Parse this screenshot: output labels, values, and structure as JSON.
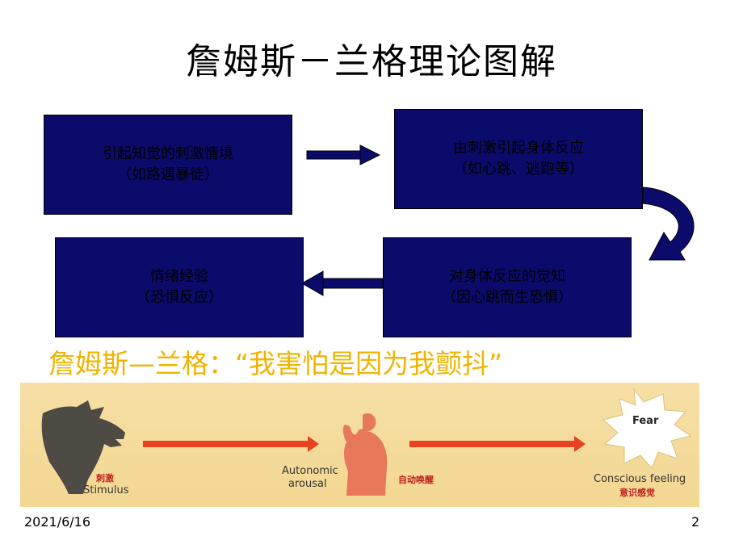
{
  "title": "詹姆斯－兰格理论图解",
  "flow": [
    {
      "line1": "引起知觉的刺激情境",
      "line2": "（如路遇暴徒）"
    },
    {
      "line1": "由刺激引起身体反应",
      "line2": "（如心跳、逃跑等）"
    },
    {
      "line1": "对身体反应的觉知",
      "line2": "（因心跳而生恐惧）"
    },
    {
      "line1": "情绪经验",
      "line2": "（恐惧反应）"
    }
  ],
  "quote": "詹姆斯—兰格：“我害怕是因为我颤抖”",
  "banner": {
    "stimulus_cn": "刺激",
    "stimulus_en": "Stimulus",
    "arousal_en_1": "Autonomic",
    "arousal_en_2": "arousal",
    "arousal_cn": "自动唤醒",
    "fear_word": "Fear",
    "conscious_en": "Conscious feeling",
    "conscious_cn": "意识感觉"
  },
  "footer": {
    "date": "2021/6/16",
    "page": "2"
  },
  "colors": {
    "box": "#0b0b6b",
    "quote": "#f0b400",
    "banner": "#f3d792",
    "arrow": "#e8421e"
  }
}
